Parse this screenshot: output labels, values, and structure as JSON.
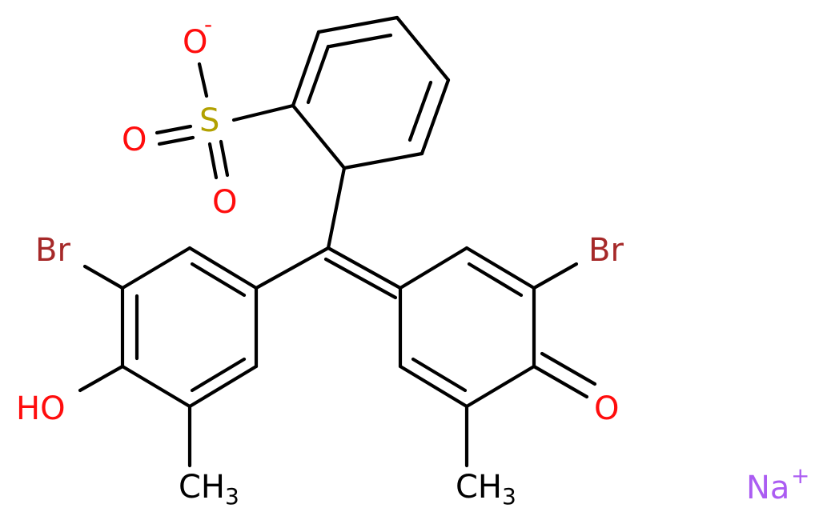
{
  "colors": {
    "bond": "#000000",
    "bromine": "#a62929",
    "oxygen": "#ff0d0d",
    "sulfur": "#b2a100",
    "sodium": "#ab5cf2",
    "carbon": "#000000"
  },
  "atoms": {
    "o_minus": "O",
    "o_minus_charge": "-",
    "sulfur": "S",
    "o_left": "O",
    "o_bottom": "O",
    "br_left": "Br",
    "br_right": "Br",
    "ho": "HO",
    "o_ketone": "O",
    "ch3_left_c": "CH",
    "ch3_left_sub": "3",
    "ch3_right_c": "CH",
    "ch3_right_sub": "3",
    "na": "Na",
    "na_charge": "+"
  }
}
